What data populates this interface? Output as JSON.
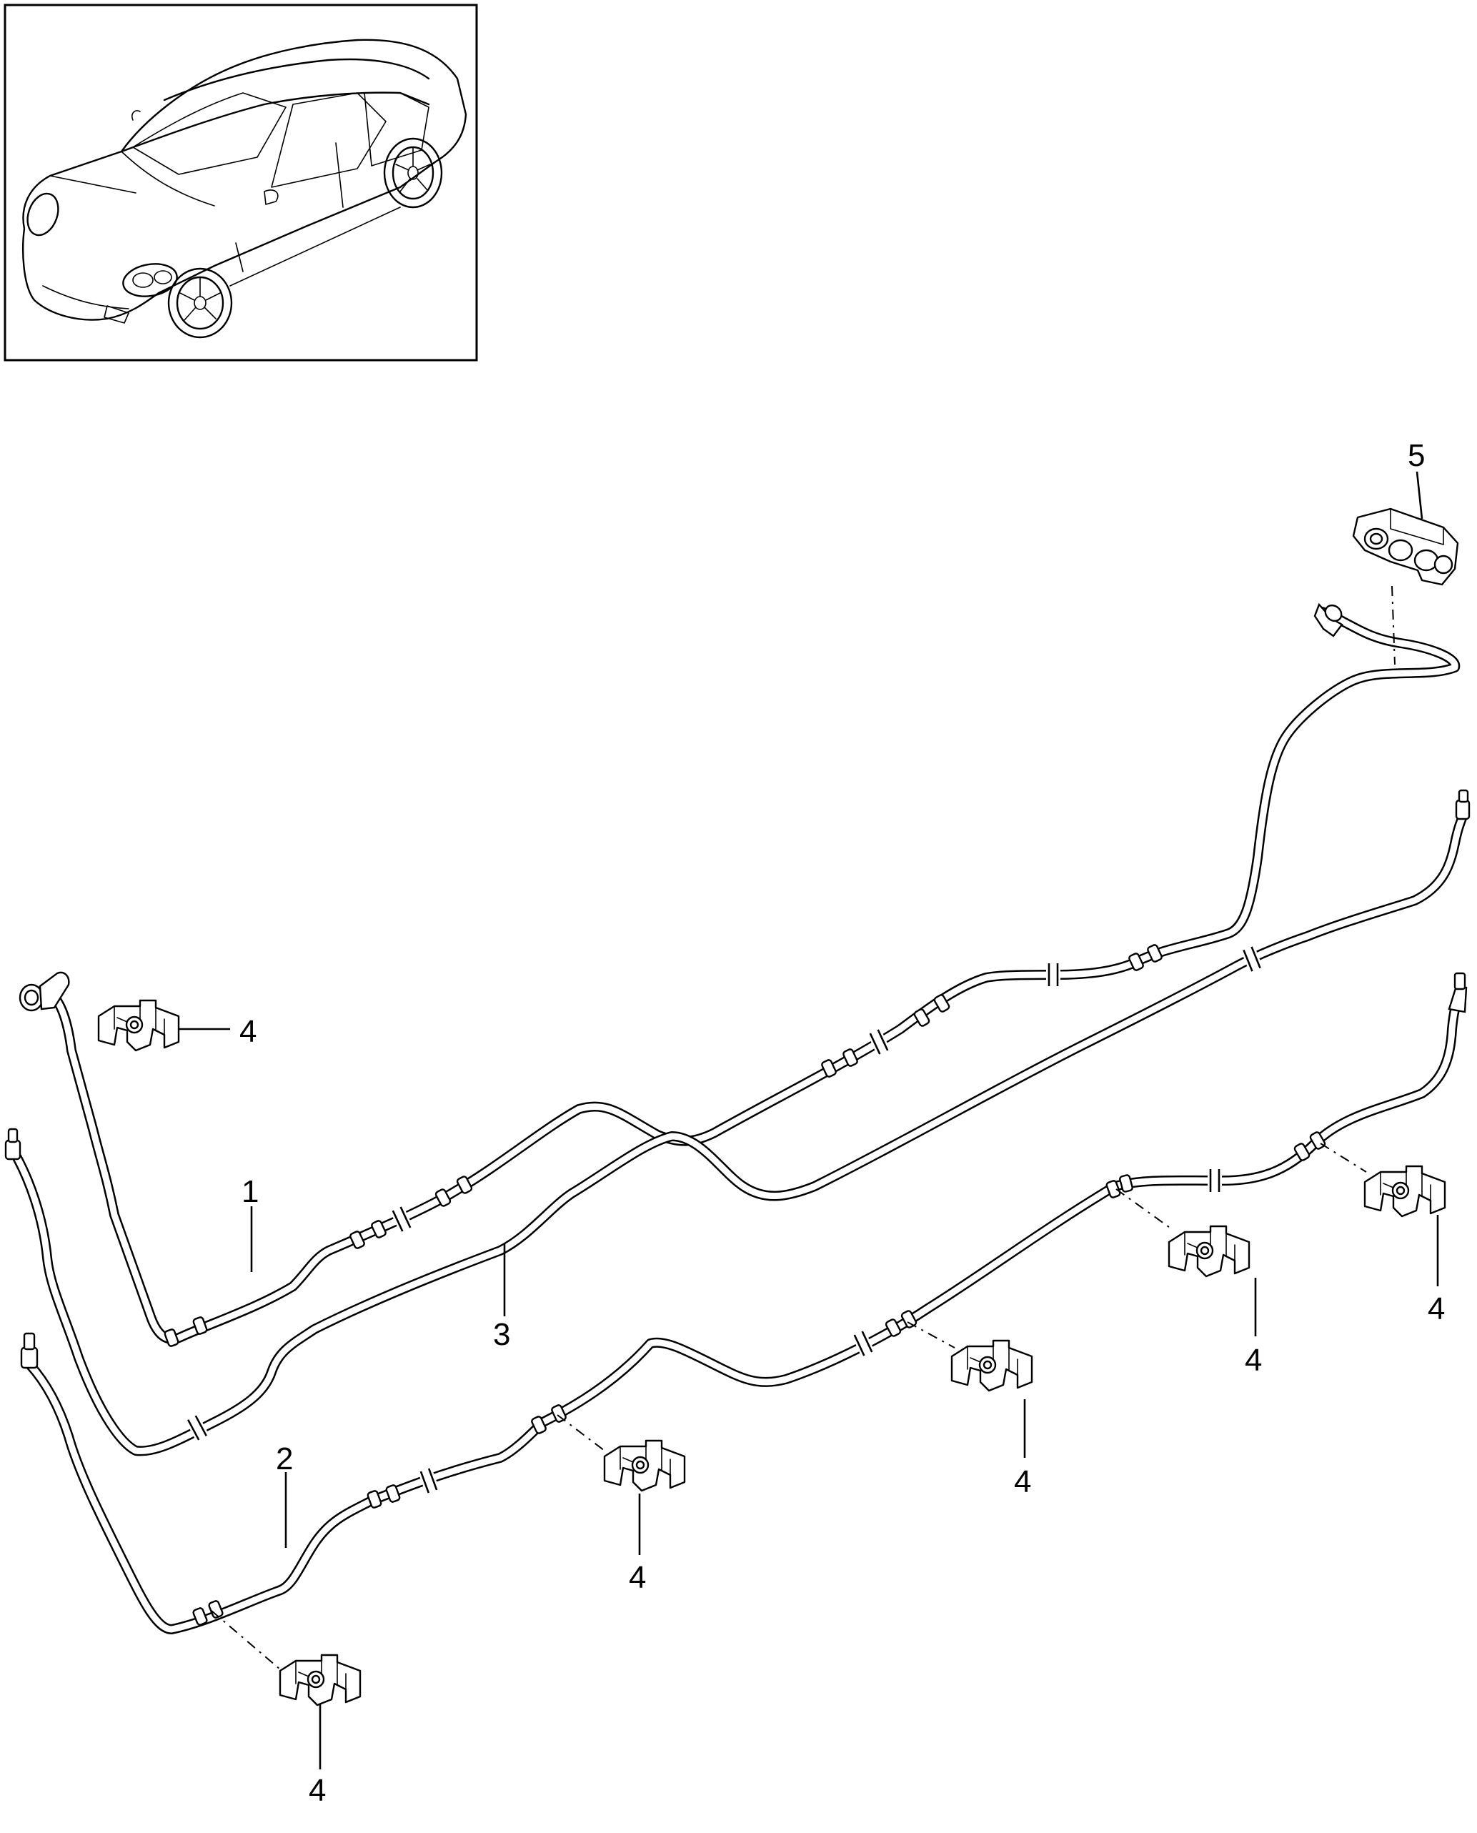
{
  "callouts": {
    "c1": "1",
    "c2": "2",
    "c3": "3",
    "c4a": "4",
    "c4b": "4",
    "c4c": "4",
    "c4d": "4",
    "c4e": "4",
    "c4f": "4",
    "c5": "5"
  },
  "thumbnail": {
    "icon": "sedan-car-icon"
  }
}
